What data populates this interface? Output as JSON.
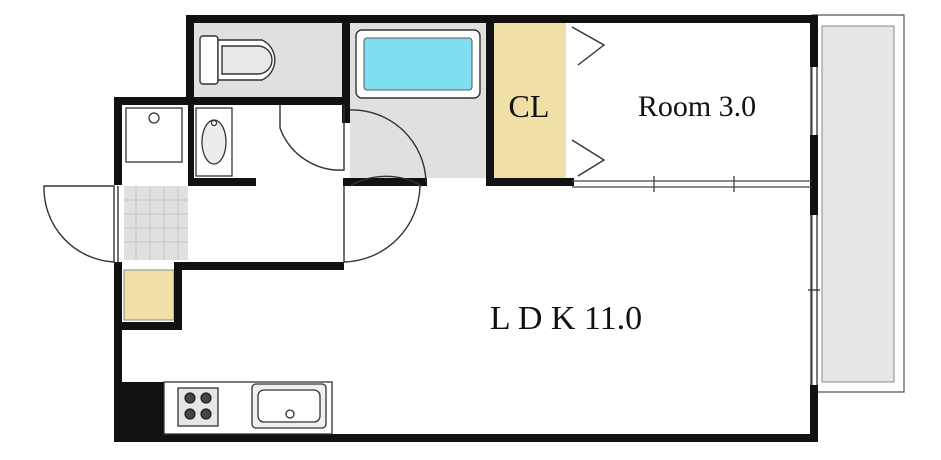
{
  "rooms": {
    "closet": {
      "label": "CL"
    },
    "bedroom": {
      "label": "Room 3.0"
    },
    "ldk": {
      "label": "L D K 11.0"
    }
  },
  "colors": {
    "wall": "#111111",
    "wet_area": "#e0e0e0",
    "closet_fill": "#f1dfa8",
    "bathtub_water": "#7fdff0",
    "balcony": "#e6e6e6",
    "background": "#ffffff"
  },
  "icons": [
    "toilet-icon",
    "bathtub-icon",
    "washbasin-icon",
    "washing-machine-pan-icon",
    "stove-icon",
    "kitchen-sink-icon",
    "shoe-cabinet-icon"
  ]
}
